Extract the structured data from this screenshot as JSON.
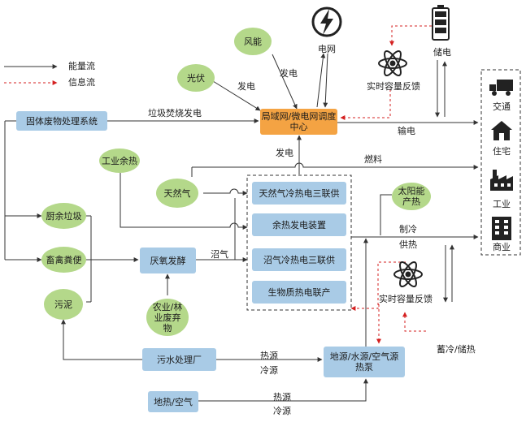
{
  "legend": {
    "energy": "能量流",
    "info": "信息流"
  },
  "nodes": {
    "solid_waste": "固体废物处理系统",
    "wind": "风能",
    "pv": "光伏",
    "grid": "电网",
    "storage": "储电",
    "dispatch": "局域网/微电网调度中心",
    "feedback_top": "实时容量反馈",
    "industrial_heat": "工业余热",
    "natural_gas": "天然气",
    "kitchen_waste": "厨余垃圾",
    "manure": "畜禽粪便",
    "sludge": "污泥",
    "anaerobic": "厌氧发酵",
    "ag_waste": "农业/林业废弃物",
    "sewage": "污水处理厂",
    "geothermal": "地热/空气",
    "heat_pump": "地源/水源/空气源热泵",
    "solar_heat": "太阳能产热",
    "feedback_bottom": "实时容量反馈",
    "cchp_gas": "天然气冷热电三联供",
    "waste_heat_gen": "余热发电装置",
    "cchp_biogas": "沼气冷热电三联供",
    "biomass_chp": "生物质热电联产"
  },
  "flows": {
    "waste_power": "垃圾焚烧发电",
    "gen_pv": "发电",
    "gen_wind": "发电",
    "power_out": "输电",
    "gen_center": "发电",
    "fuel": "燃料",
    "cooling": "制冷",
    "heating": "供热",
    "biogas": "沼气",
    "heat_src_1": "热源",
    "cold_src_1": "冷源",
    "heat_src_2": "热源",
    "cold_src_2": "冷源",
    "storage_thermal": "蓄冷/储热"
  },
  "users": {
    "transport": "交通",
    "residential": "住宅",
    "industry": "工业",
    "commercial": "商业"
  }
}
